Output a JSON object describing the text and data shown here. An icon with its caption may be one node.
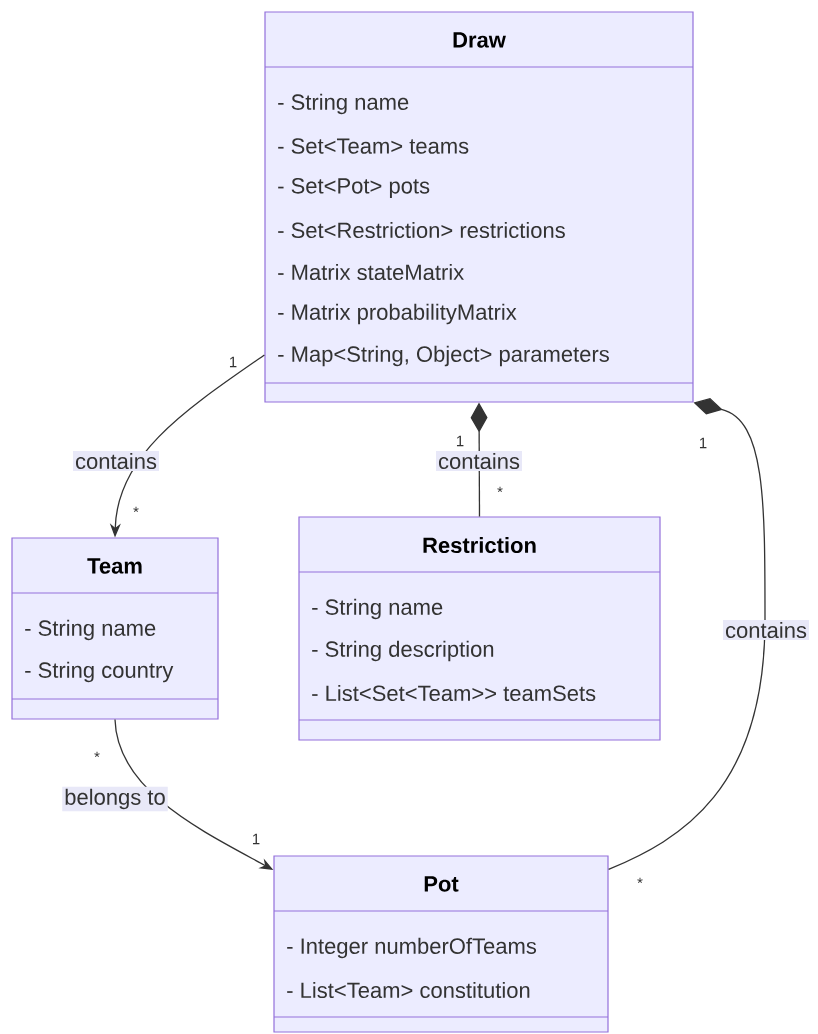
{
  "diagram": {
    "nodes": [
      {
        "text": [
          "Draw",
          "- String name",
          "- Set<Team> teams",
          "- Set<Pot> pots",
          "- Set<Restriction> restrictions",
          "- Matrix stateMatrix",
          "- Matrix probabilityMatrix",
          "- Map<String, Object> parameters"
        ]
      },
      {
        "text": [
          "Team",
          "- String name",
          "- String country"
        ]
      },
      {
        "text": [
          "Restriction",
          "- String name",
          "- String description",
          "- List<Set<Team>> teamSets"
        ]
      },
      {
        "text": [
          "Pot",
          "- Integer numberOfTeams",
          "- List<Team> constitution"
        ]
      }
    ],
    "edges": [
      {
        "from": 0,
        "to": 1,
        "arrow": "to",
        "label": "contains"
      },
      {
        "from": 0,
        "to": 2,
        "arrow": "other",
        "label": "contains"
      },
      {
        "from": 0,
        "to": 3,
        "arrow": "other",
        "label": "contains"
      },
      {
        "from": 1,
        "to": 3,
        "arrow": "to",
        "label": "belongs to"
      }
    ],
    "labels": [
      "1",
      "*",
      "1",
      "*",
      "1",
      "*",
      "*",
      "1"
    ]
  }
}
